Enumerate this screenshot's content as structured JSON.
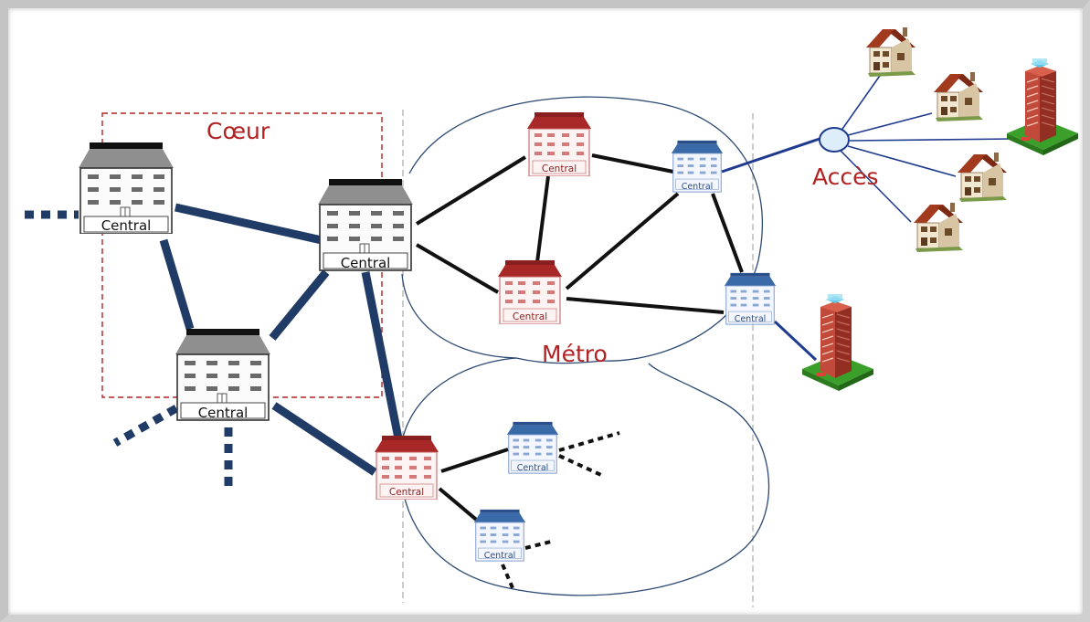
{
  "zones": {
    "core": "Cœur",
    "metro": "Métro",
    "access": "Accès"
  },
  "central_label": "Central",
  "colors": {
    "zone_label": "#b22222",
    "core_link": "#1f3b66",
    "metro_link": "#111111",
    "access_link": "#1f3b8f",
    "metro_building": "#b03030",
    "edge_building": "#3a6aa8",
    "core_box": "#b22222",
    "metro_outline": "#2c4a74"
  },
  "icons": {
    "core_building": "office-building-icon",
    "metro_building": "central-office-icon",
    "house": "house-icon",
    "tower": "apartment-tower-icon",
    "splitter": "splitter-node-icon"
  }
}
